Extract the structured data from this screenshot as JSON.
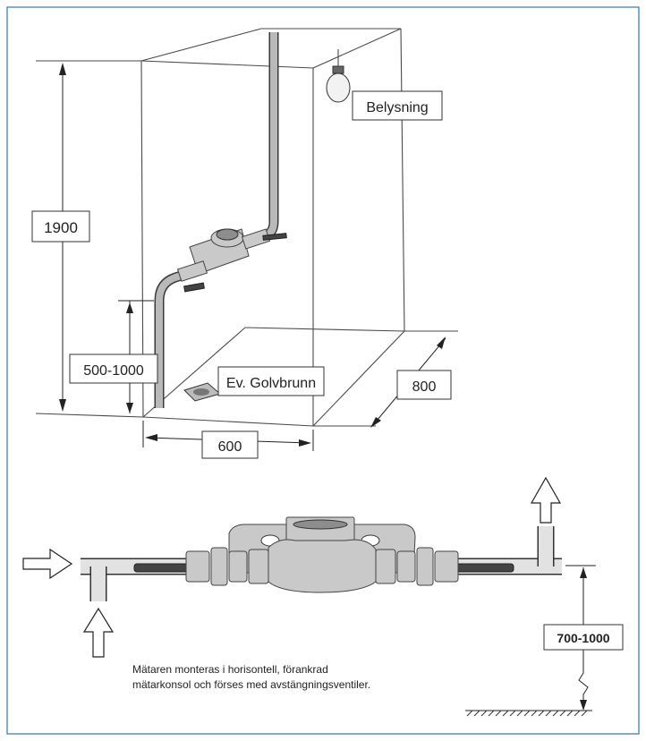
{
  "labels": {
    "height": "1900",
    "riser_height": "500-1000",
    "width": "600",
    "depth": "800",
    "lighting": "Belysning",
    "floor_drain": "Ev. Golvbrunn",
    "mount_height": "700-1000"
  },
  "caption": {
    "line1": "Mätaren monteras i horisontell, förankrad",
    "line2": "mätarkonsol och förses med avstängningsventiler."
  },
  "colors": {
    "frame": "#5a8fc8",
    "line": "#4a4a4a",
    "pipe_fill": "#b9b9b9"
  }
}
